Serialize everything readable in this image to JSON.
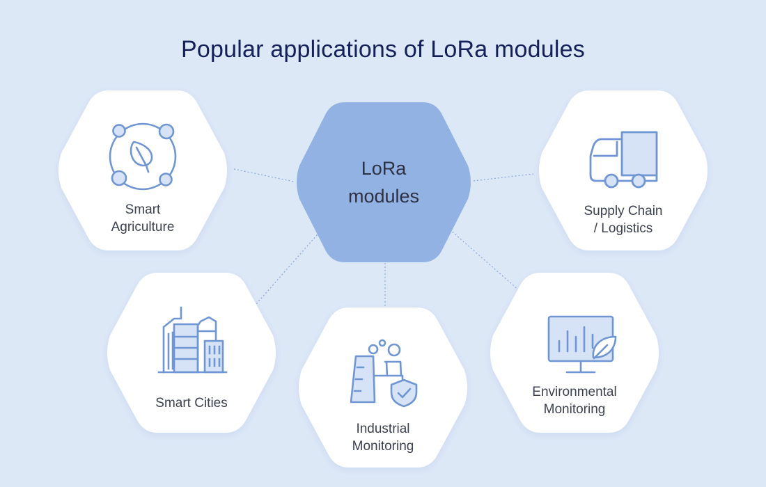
{
  "title": "Popular applications of LoRa modules",
  "center": {
    "line1": "LoRa",
    "line2": "modules"
  },
  "nodes": {
    "agriculture": {
      "line1": "Smart",
      "line2": "Agriculture",
      "icon": "leaf-network-icon"
    },
    "supply": {
      "line1": "Supply Chain",
      "line2": "/ Logistics",
      "icon": "truck-icon"
    },
    "cities": {
      "line1": "Smart Cities",
      "icon": "buildings-icon"
    },
    "industrial": {
      "line1": "Industrial",
      "line2": "Monitoring",
      "icon": "factory-shield-icon"
    },
    "environmental": {
      "line1": "Environmental",
      "line2": "Monitoring",
      "icon": "monitor-chart-leaf-icon"
    }
  },
  "colors": {
    "background": "#dde8f7",
    "center_hex": "#92b2e4",
    "card": "#ffffff",
    "icon_stroke": "#6f95d2",
    "icon_fill": "#d6e3f6",
    "title": "#14205a"
  }
}
